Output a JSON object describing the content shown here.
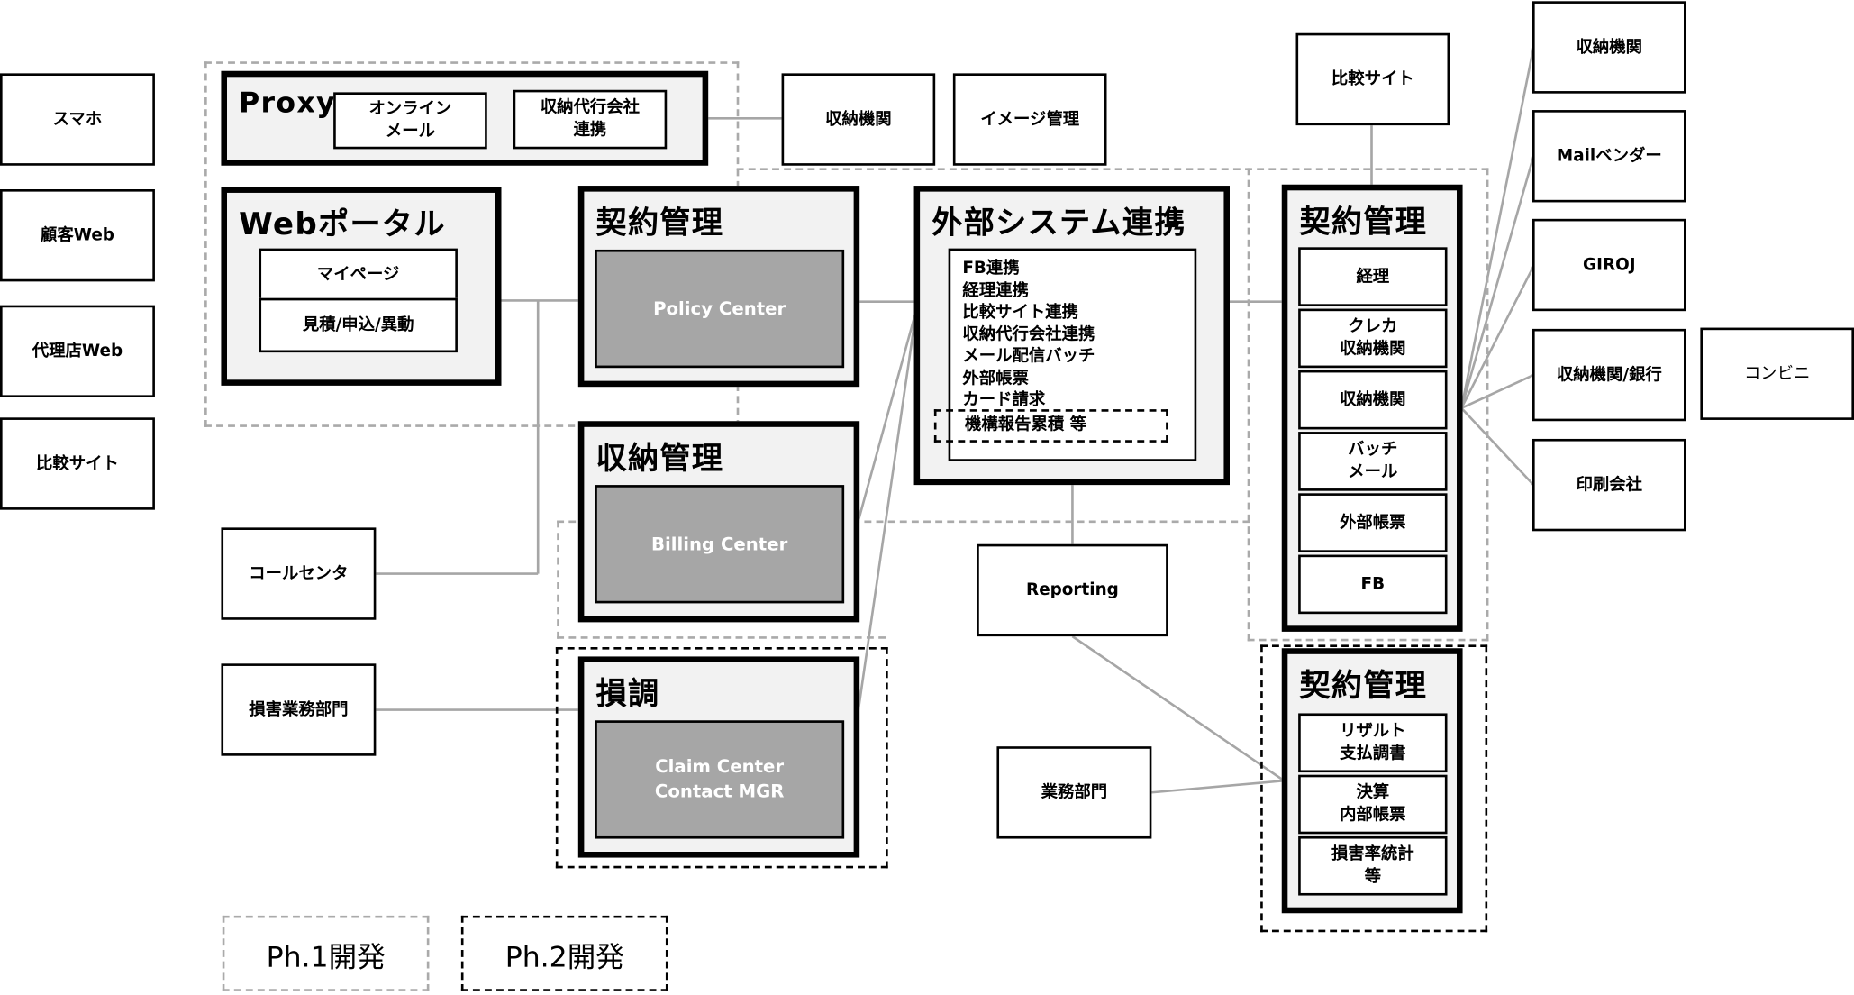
{
  "left_channels": [
    "スマホ",
    "顧客Web",
    "代理店Web",
    "比較サイト"
  ],
  "proxy": {
    "title": "Proxy",
    "items": [
      "オンライン\nメール",
      "収納代行会社\n連携"
    ]
  },
  "top_external": {
    "shuno": "収納機関",
    "image": "イメージ管理",
    "hikaku": "比較サイト"
  },
  "web_portal": {
    "title": "Webポータル",
    "items": [
      "マイページ",
      "見積/申込/異動"
    ]
  },
  "policy": {
    "title": "契約管理",
    "product": "Policy Center"
  },
  "billing": {
    "title": "収納管理",
    "product": "Billing Center"
  },
  "claim": {
    "title": "損調",
    "product_lines": [
      "Claim Center",
      "Contact MGR"
    ]
  },
  "call_center": "コールセンタ",
  "loss_dept": "損害業務部門",
  "external_integration": {
    "title": "外部システム連携",
    "items": [
      "FB連携",
      "経理連携",
      "比較サイト連携",
      "収納代行会社連携",
      "メール配信バッチ",
      "外部帳票",
      "カード請求"
    ],
    "phase2_item": "機構報告累積 等"
  },
  "reporting": "Reporting",
  "business_dept": "業務部門",
  "contract_mgmt_ph1": {
    "title": "契約管理",
    "items": [
      "経理",
      "クレカ\n収納機関",
      "収納機関",
      "バッチ\nメール",
      "外部帳票",
      "FB"
    ]
  },
  "contract_mgmt_ph2": {
    "title": "契約管理",
    "items": [
      "リザルト\n支払調書",
      "決算\n内部帳票",
      "損害率統計\n等"
    ]
  },
  "right_external": [
    "収納機関",
    "Mailベンダー",
    "GIROJ",
    "収納機関/銀行",
    "印刷会社"
  ],
  "convenience": "コンビニ",
  "legend": {
    "ph1": "Ph.1開発",
    "ph2": "Ph.2開発"
  }
}
